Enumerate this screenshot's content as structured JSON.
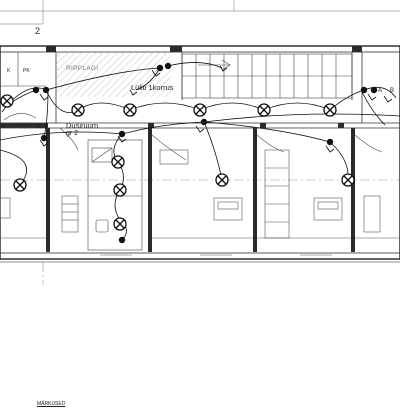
{
  "labels": {
    "sheet_number": "2",
    "staircase": "RIPPLAGI",
    "switch_note": "Lüliti 1korrus",
    "room_shower": "Duširuum",
    "room_shower_group": "gr 2",
    "room_k": "K",
    "room_pk": "PK",
    "circuit_a": "A",
    "circuit_b": "B",
    "footer": "MÄRKUSED"
  },
  "colors": {
    "wall": "#222222",
    "thin_line": "#555555",
    "wiring": "#111111",
    "axis": "#9a9a9a",
    "hatch": "#bbbbbb"
  },
  "symbols": {
    "light_fixture": "circle-cross-icon",
    "junction": "filled-dot-icon",
    "switch": "switch-tick-icon"
  }
}
